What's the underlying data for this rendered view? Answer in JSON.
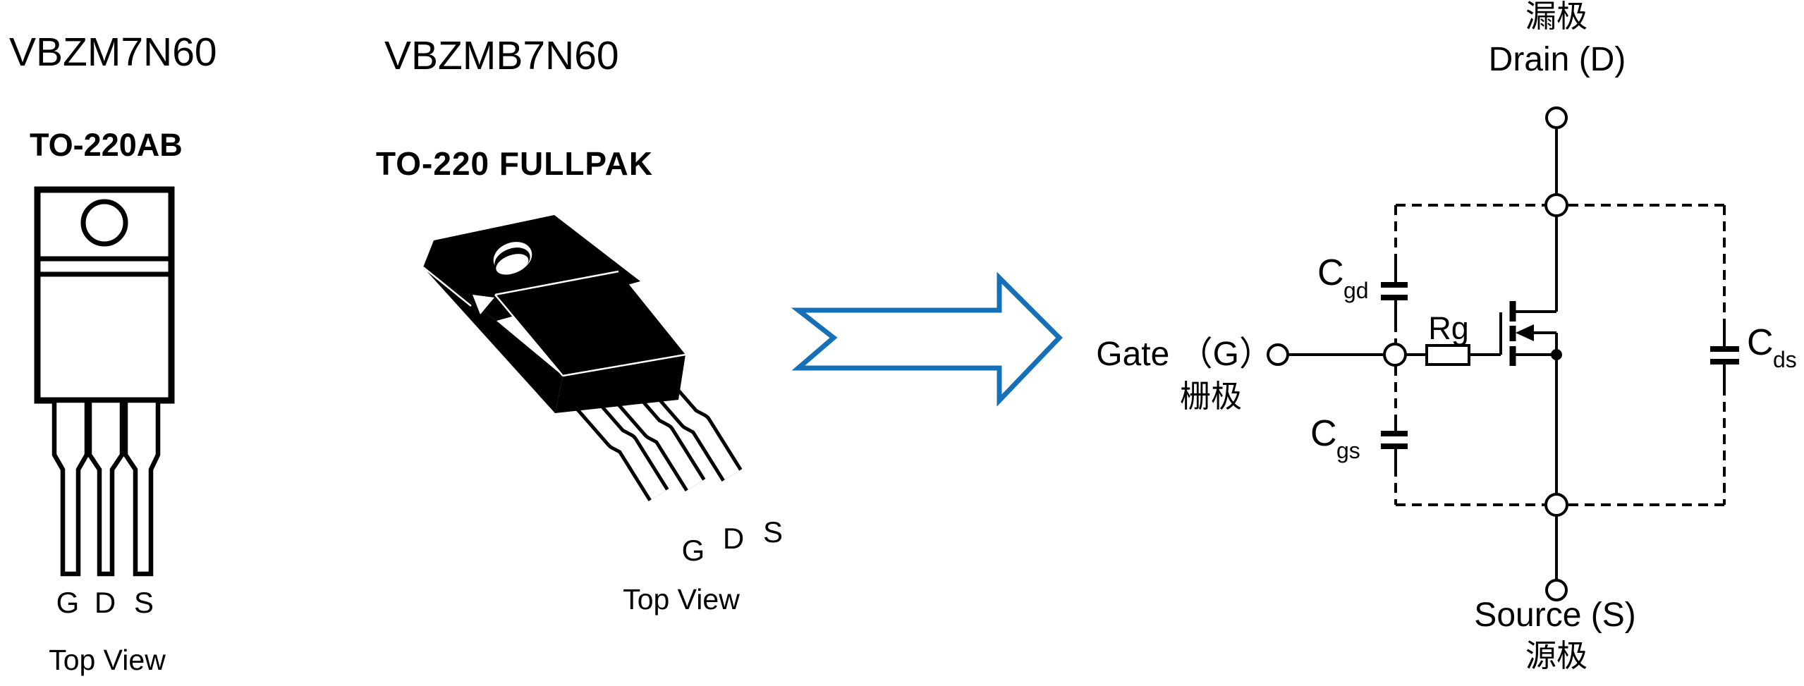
{
  "left_package": {
    "part_number": "VBZM7N60",
    "package_name": "TO-220AB",
    "pins": [
      "G",
      "D",
      "S"
    ],
    "view_label": "Top View"
  },
  "middle_package": {
    "part_number": "VBZMB7N60",
    "package_name": "TO-220 FULLPAK",
    "pins": [
      "G",
      "D",
      "S"
    ],
    "view_label": "Top View"
  },
  "arrow": {
    "color": "#1570B8"
  },
  "circuit": {
    "drain_label_cn": "漏极",
    "drain_label": "Drain (D)",
    "gate_label": "Gate （G）",
    "gate_label_cn": "栅极",
    "source_label": "Source (S)",
    "source_label_cn": "源极",
    "resistor_label": "Rg",
    "capacitors": {
      "cgd": {
        "main": "C",
        "sub": "gd"
      },
      "cgs": {
        "main": "C",
        "sub": "gs"
      },
      "cds": {
        "main": "C",
        "sub": "ds"
      }
    },
    "line_color": "#000000"
  }
}
